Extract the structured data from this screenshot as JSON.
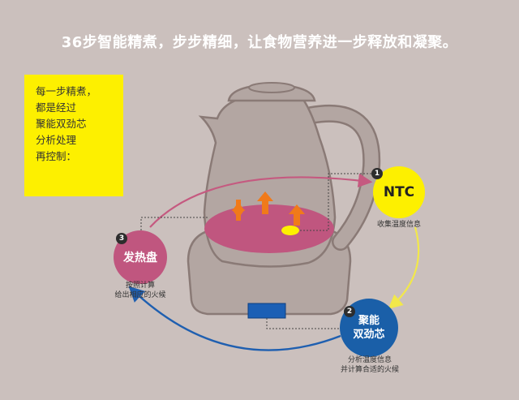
{
  "headline": "36步智能精煮，步步精细，让食物营养进一步释放和凝聚。",
  "note": {
    "lines": [
      "每一步精煮，",
      "都是经过",
      "聚能双劲芯",
      "分析处理",
      "再控制："
    ]
  },
  "nodes": {
    "ntc": {
      "number": "1",
      "label": "NTC",
      "caption": "收集温度信息"
    },
    "chip": {
      "number": "2",
      "label_line1": "聚能",
      "label_line2": "双劲芯",
      "caption_line1": "分析温度信息",
      "caption_line2": "并计算合适的火候"
    },
    "plate": {
      "number": "3",
      "label": "发热盘",
      "caption_line1": "按照计算",
      "caption_line2": "给出相应的火候"
    }
  },
  "colors": {
    "background": "#cbc0bd",
    "note": "#fdf000",
    "ntc": "#fdf000",
    "chip": "#1a5fa8",
    "plate": "#c0567f",
    "kettle": "#b3a6a2",
    "kettle_outline": "#8a7a76",
    "liquid": "#c0567f",
    "flame": "#f07a1a",
    "arrow_pink": "#c55a80",
    "arrow_yellow": "#f2e84a",
    "arrow_blue": "#1f5fb0",
    "display": "#1b5fb5"
  },
  "icons": [
    "flame-arrow-icon",
    "sensor-dot-icon",
    "display-panel-icon"
  ]
}
